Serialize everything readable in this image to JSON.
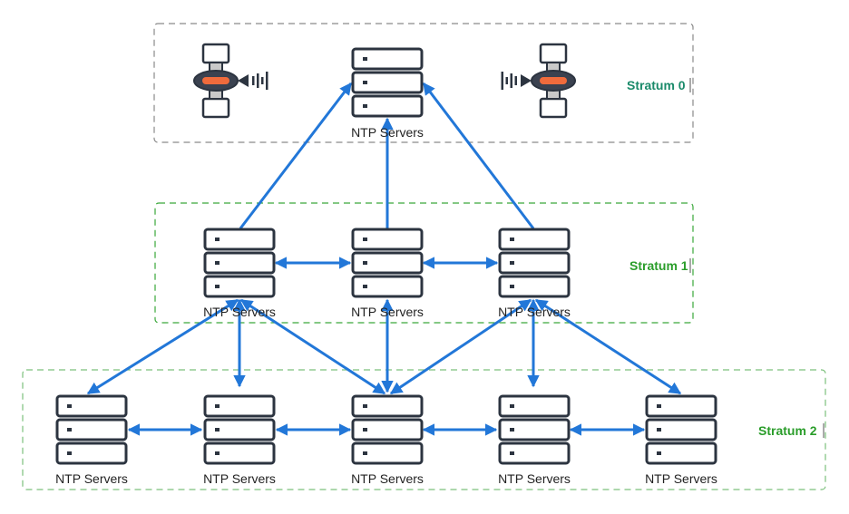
{
  "colors": {
    "arrow": "#2277d8",
    "server_stroke": "#2c3440",
    "stratum0_border": "#8a8a8a",
    "stratum1_border": "#3aa83a",
    "stratum2_border": "#7cc07c",
    "stratum0_text": "#1a8a6a",
    "stratum12_text": "#2a9d2a"
  },
  "layers": [
    {
      "label": "Stratum 0",
      "server_labels": [
        "NTP Servers"
      ],
      "icons": [
        "satellite-icon",
        "satellite-icon"
      ]
    },
    {
      "label": "Stratum 1",
      "server_labels": [
        "NTP Servers",
        "NTP Servers",
        "NTP Servers"
      ]
    },
    {
      "label": "Stratum 2",
      "server_labels": [
        "NTP Servers",
        "NTP Servers",
        "NTP Servers",
        "NTP Servers",
        "NTP Servers"
      ]
    }
  ]
}
